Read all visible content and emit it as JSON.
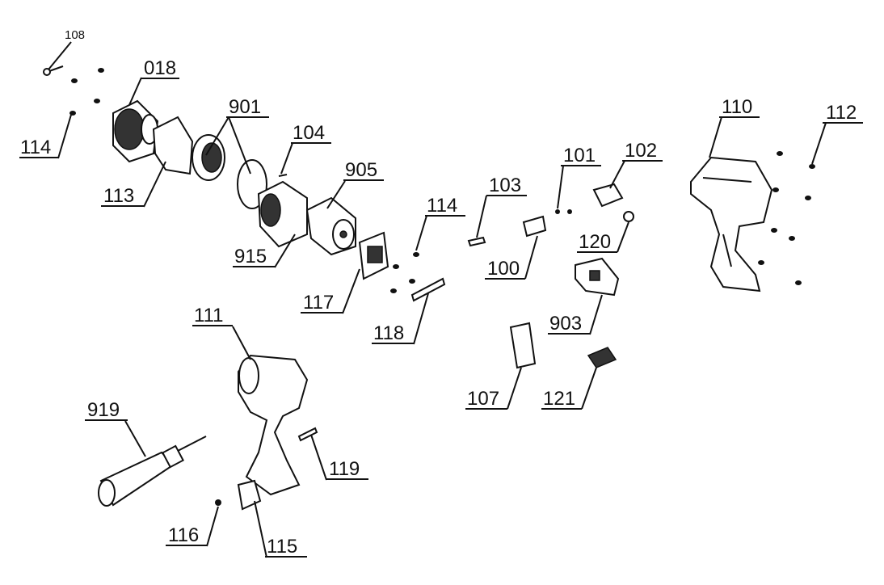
{
  "diagram": {
    "type": "exploded parts diagram",
    "labels": [
      {
        "id": "108"
      },
      {
        "id": "018"
      },
      {
        "id": "114"
      },
      {
        "id": "901"
      },
      {
        "id": "113"
      },
      {
        "id": "104"
      },
      {
        "id": "905"
      },
      {
        "id": "915"
      },
      {
        "id": "114"
      },
      {
        "id": "103"
      },
      {
        "id": "101"
      },
      {
        "id": "102"
      },
      {
        "id": "110"
      },
      {
        "id": "112"
      },
      {
        "id": "120"
      },
      {
        "id": "100"
      },
      {
        "id": "117"
      },
      {
        "id": "118"
      },
      {
        "id": "903"
      },
      {
        "id": "111"
      },
      {
        "id": "919"
      },
      {
        "id": "107"
      },
      {
        "id": "121"
      },
      {
        "id": "119"
      },
      {
        "id": "116"
      },
      {
        "id": "115"
      }
    ]
  }
}
